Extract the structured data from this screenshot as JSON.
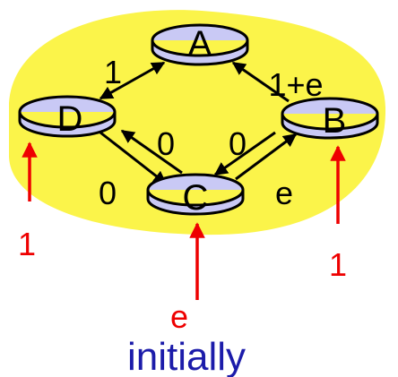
{
  "colors": {
    "region_fill": "#fbf44a",
    "router_fill": "#c9c9f5",
    "router_stroke": "#000000",
    "link_stroke": "#000000",
    "load_arrow": "#ee0000",
    "load_text": "#ee0000",
    "caption": "#1c1caa"
  },
  "nodes": {
    "a": "A",
    "b": "B",
    "c": "C",
    "d": "D"
  },
  "link_costs": {
    "d_to_a": "1",
    "b_to_a": "1+e",
    "c_to_d": "0",
    "c_to_b": "0",
    "d_to_c": "0",
    "b_to_c": "e"
  },
  "traffic_loads": {
    "d": "1",
    "c": "e",
    "b": "1"
  },
  "caption": "initially"
}
